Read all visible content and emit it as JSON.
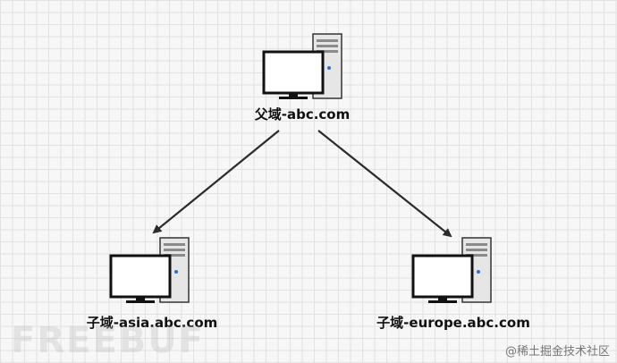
{
  "nodes": {
    "parent": {
      "label": "父域-abc.com"
    },
    "child_asia": {
      "label": "子域-asia.abc.com"
    },
    "child_europe": {
      "label": "子域-europe.abc.com"
    }
  },
  "watermark": {
    "logo_text": "FREEBUF",
    "credit": "@稀土掘金技术社区"
  },
  "colors": {
    "arrow": "#2b2b2b",
    "monitor_frame": "#111111",
    "tower_body": "#e6e6e6",
    "tower_led": "#2f6fe0",
    "grid": "#e2e2e2"
  },
  "icons": [
    "computer-icon"
  ]
}
